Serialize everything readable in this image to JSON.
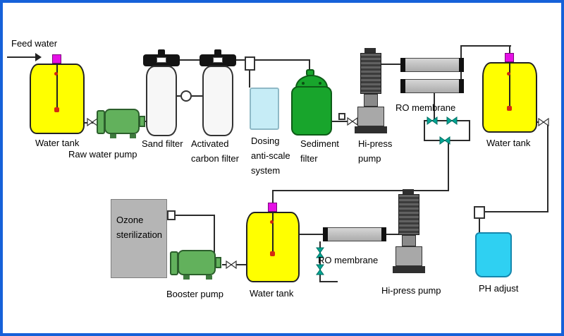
{
  "colors": {
    "frame_blue": "#1661d9",
    "tank_yellow": "#ffff00",
    "pump_green": "#62b15c",
    "sediment_green": "#18a52c",
    "fitting_magenta": "#e511e5",
    "dosing_blue": "#c6ecf6",
    "ph_cyan": "#2fd0f2",
    "valve_teal": "#00a693",
    "accent_red": "#d42b10"
  },
  "labels": {
    "feed_water": "Feed water",
    "water_tank_top_left": "Water tank",
    "raw_water_pump": "Raw water pump",
    "sand_filter": "Sand filter",
    "activated_carbon_filter": "Activated\ncarbon filter",
    "dosing_anti_scale_system": "Dosing\nanti-scale\nsystem",
    "sediment_filter": "Sediment\nfilter",
    "hi_press_pump_top": "Hi-press\npump",
    "ro_membrane_top": "RO membrane",
    "water_tank_top_right": "Water tank",
    "ozone_sterilization": "Ozone\nsterilization",
    "booster_pump": "Booster pump",
    "water_tank_bottom": "Water tank",
    "ro_membrane_bottom": "RO membrane",
    "hi_press_pump_bottom": "Hi-press pump",
    "ph_adjust": "PH adjust"
  }
}
